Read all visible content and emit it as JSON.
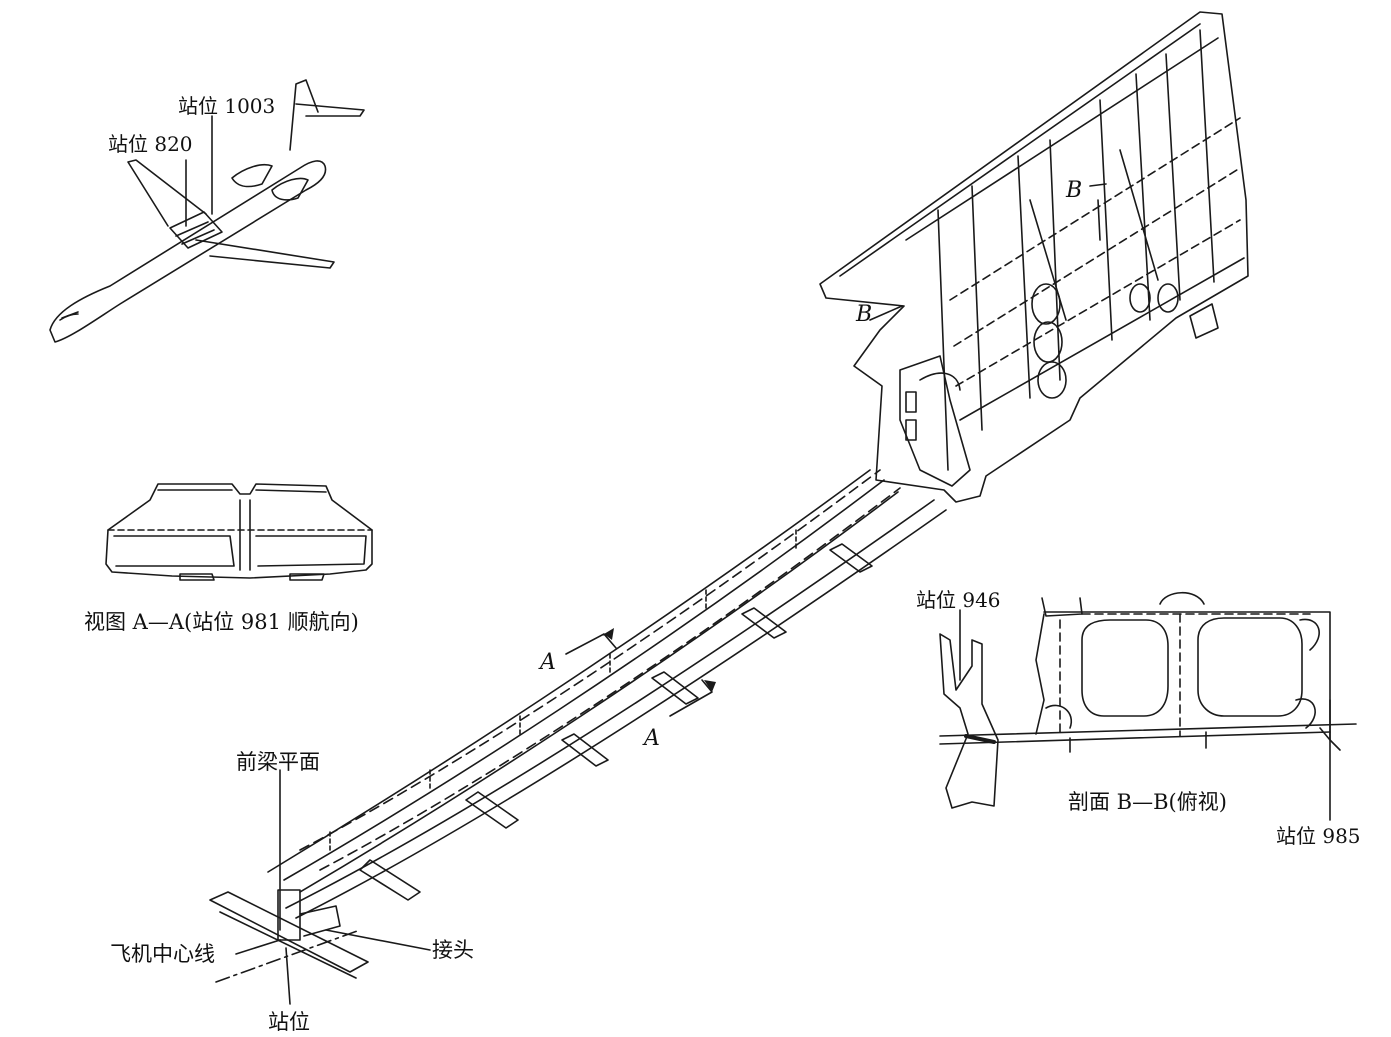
{
  "labels": {
    "station_1003": "站位 1003",
    "station_820": "站位 820",
    "view_aa": "视图 A—A(站位 981 顺航向)",
    "front_spar_plane": "前梁平面",
    "aircraft_centerline": "飞机中心线",
    "station_bottom": "站位",
    "joint": "接头",
    "station_946": "站位 946",
    "section_bb": "剖面 B—B(俯视)",
    "station_985": "站位 985",
    "marker_a_upper": "A",
    "marker_a_lower": "A",
    "marker_b_left": "B",
    "marker_b_right": "B"
  },
  "colors": {
    "ink": "#1a1a1a",
    "paper": "#ffffff"
  }
}
